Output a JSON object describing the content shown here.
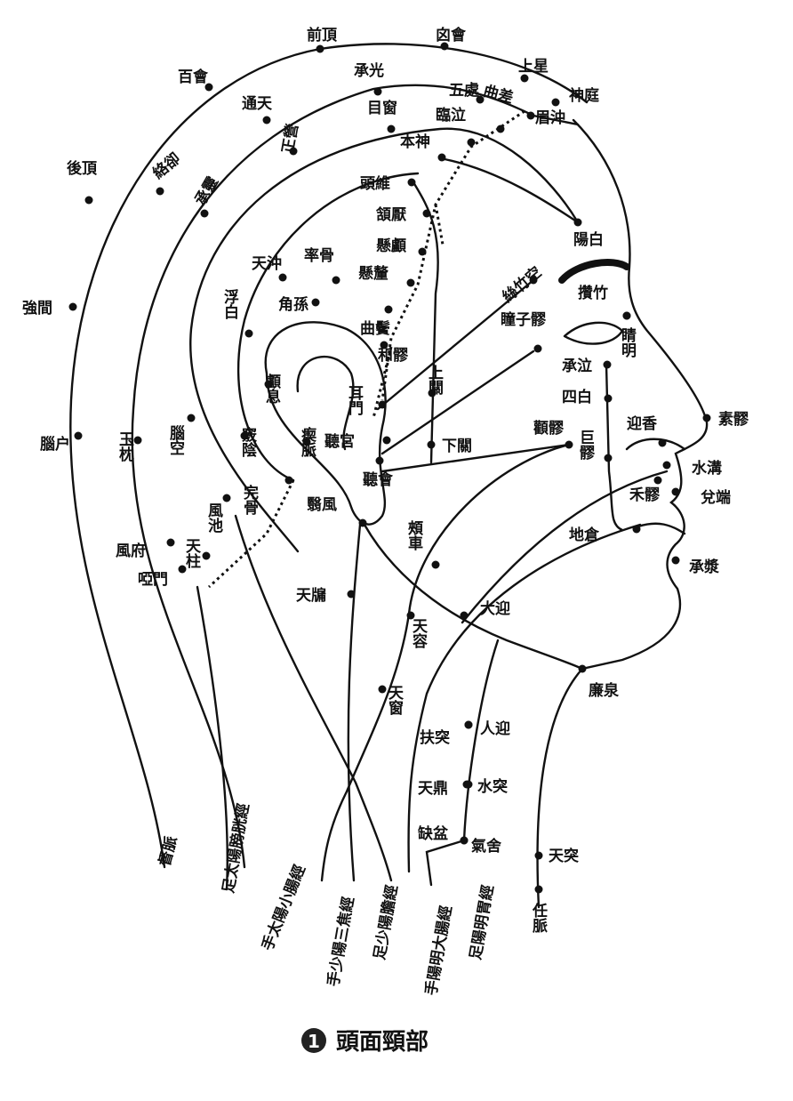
{
  "points": [
    "前頂",
    "囟會",
    "百會",
    "上星",
    "神庭",
    "後頂",
    "強間",
    "腦户",
    "風府",
    "啞門",
    "承光",
    "五處",
    "曲差",
    "通天",
    "絡卻",
    "玉枕",
    "天柱",
    "眉沖",
    "目窗",
    "臨泣",
    "正營",
    "承靈",
    "腦空",
    "風池",
    "本神",
    "頭維",
    "陽白",
    "頷厭",
    "懸顱",
    "懸釐",
    "曲鬢",
    "率骨",
    "天沖",
    "浮白",
    "角孫",
    "和髎",
    "耳門",
    "上關",
    "顱息",
    "竅陰",
    "瘈脈",
    "完骨",
    "聽宮",
    "聽會",
    "下關",
    "翳風",
    "頰車",
    "天牖",
    "大迎",
    "天容",
    "天窗",
    "扶突",
    "人迎",
    "天鼎",
    "水突",
    "缺盆",
    "氣舍",
    "天突",
    "廉泉",
    "任脈",
    "絲竹空",
    "攢竹",
    "睛明",
    "瞳子髎",
    "承泣",
    "四白",
    "顴髎",
    "巨髎",
    "迎香",
    "素髎",
    "水溝",
    "兌端",
    "禾髎",
    "地倉",
    "承漿"
  ],
  "meridians": [
    "督脈",
    "足太陽膀胱經",
    "手太陽小腸經",
    "手少陽三焦經",
    "足少陽膽經",
    "手陽明大腸經",
    "足陽明胃經"
  ],
  "caption": {
    "number": "1",
    "title": "頭面頸部"
  }
}
